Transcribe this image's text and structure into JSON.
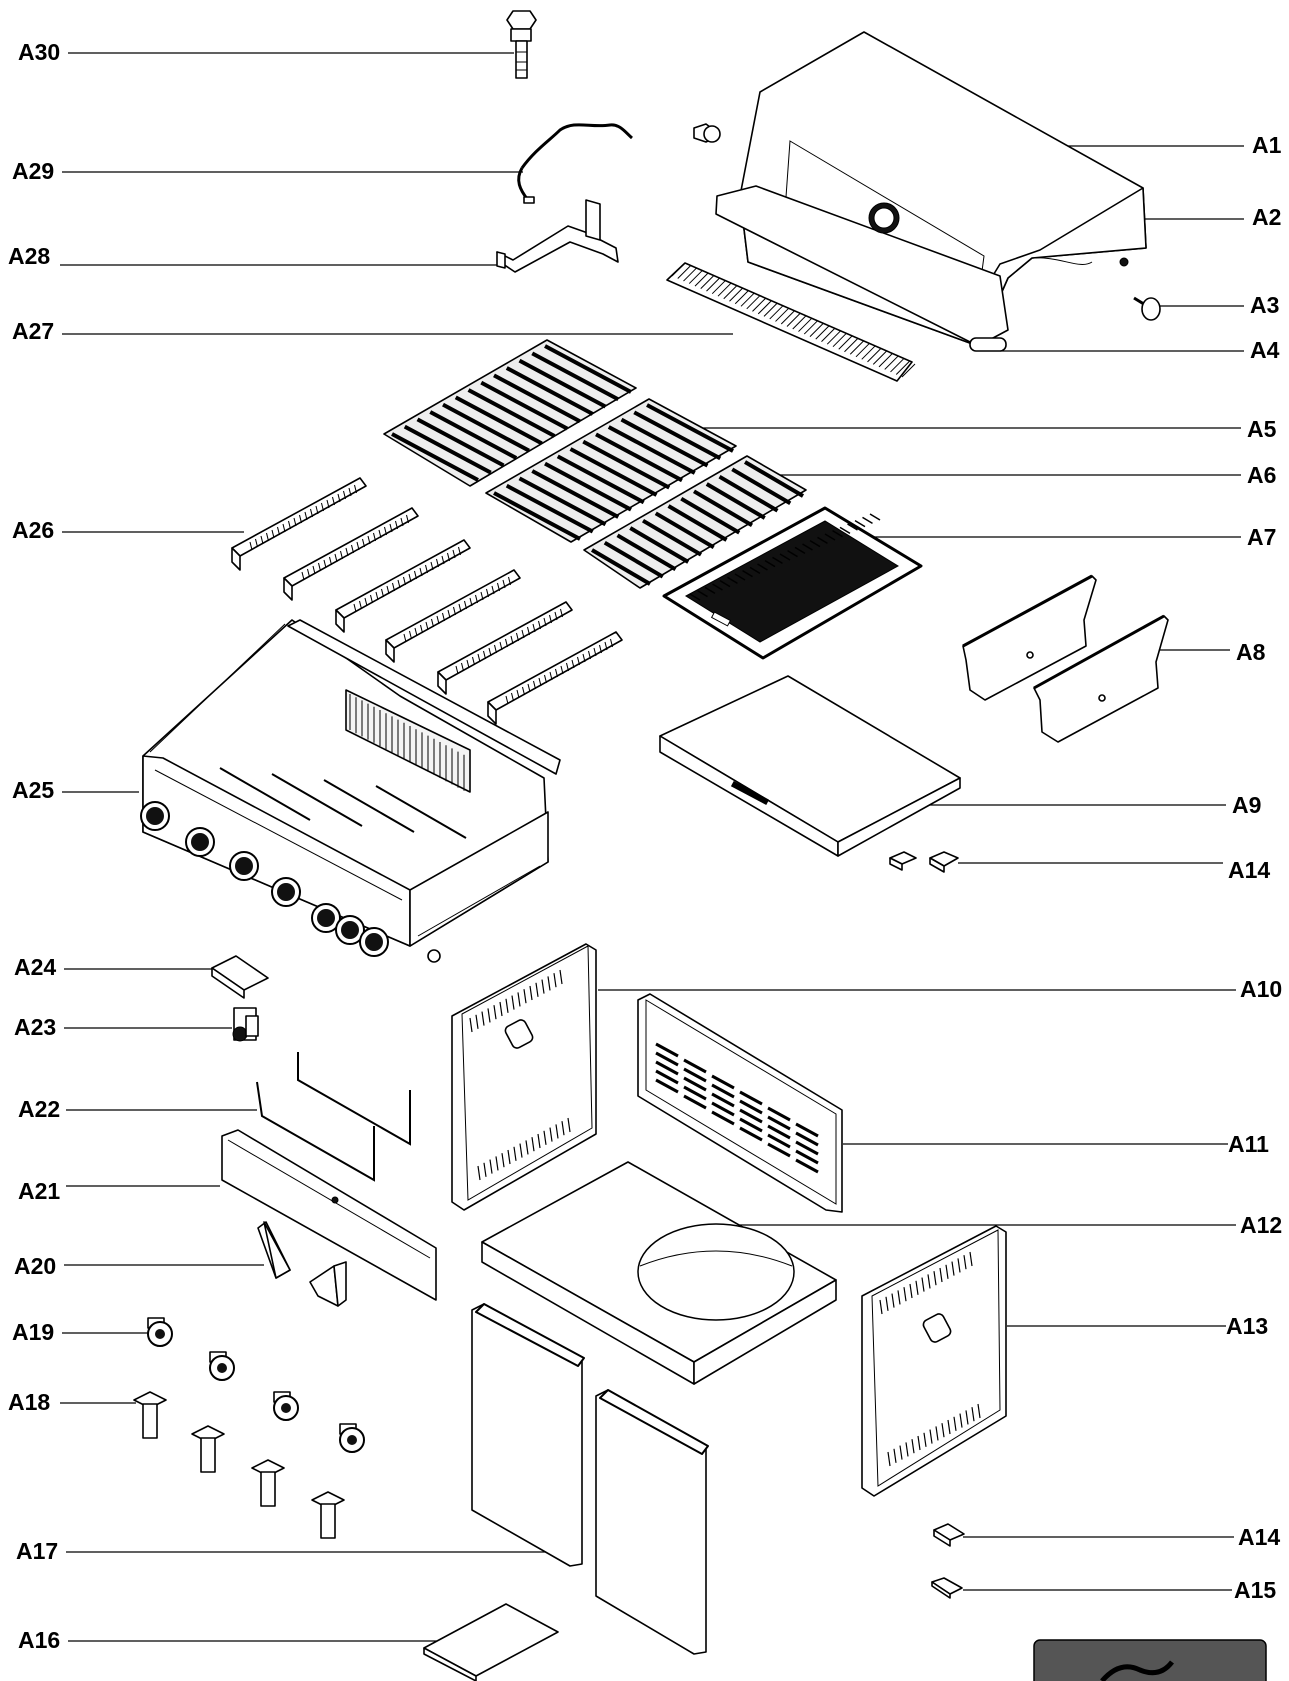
{
  "labels": {
    "A1": "A1",
    "A2": "A2",
    "A3": "A3",
    "A4": "A4",
    "A5": "A5",
    "A6": "A6",
    "A7": "A7",
    "A8": "A8",
    "A9": "A9",
    "A10": "A10",
    "A11": "A11",
    "A12": "A12",
    "A13": "A13",
    "A14a": "A14",
    "A14b": "A14",
    "A15": "A15",
    "A16": "A16",
    "A17": "A17",
    "A18": "A18",
    "A19": "A19",
    "A20": "A20",
    "A21": "A21",
    "A22": "A22",
    "A23": "A23",
    "A24": "A24",
    "A25": "A25",
    "A26": "A26",
    "A27": "A27",
    "A28": "A28",
    "A29": "A29",
    "A30": "A30"
  }
}
